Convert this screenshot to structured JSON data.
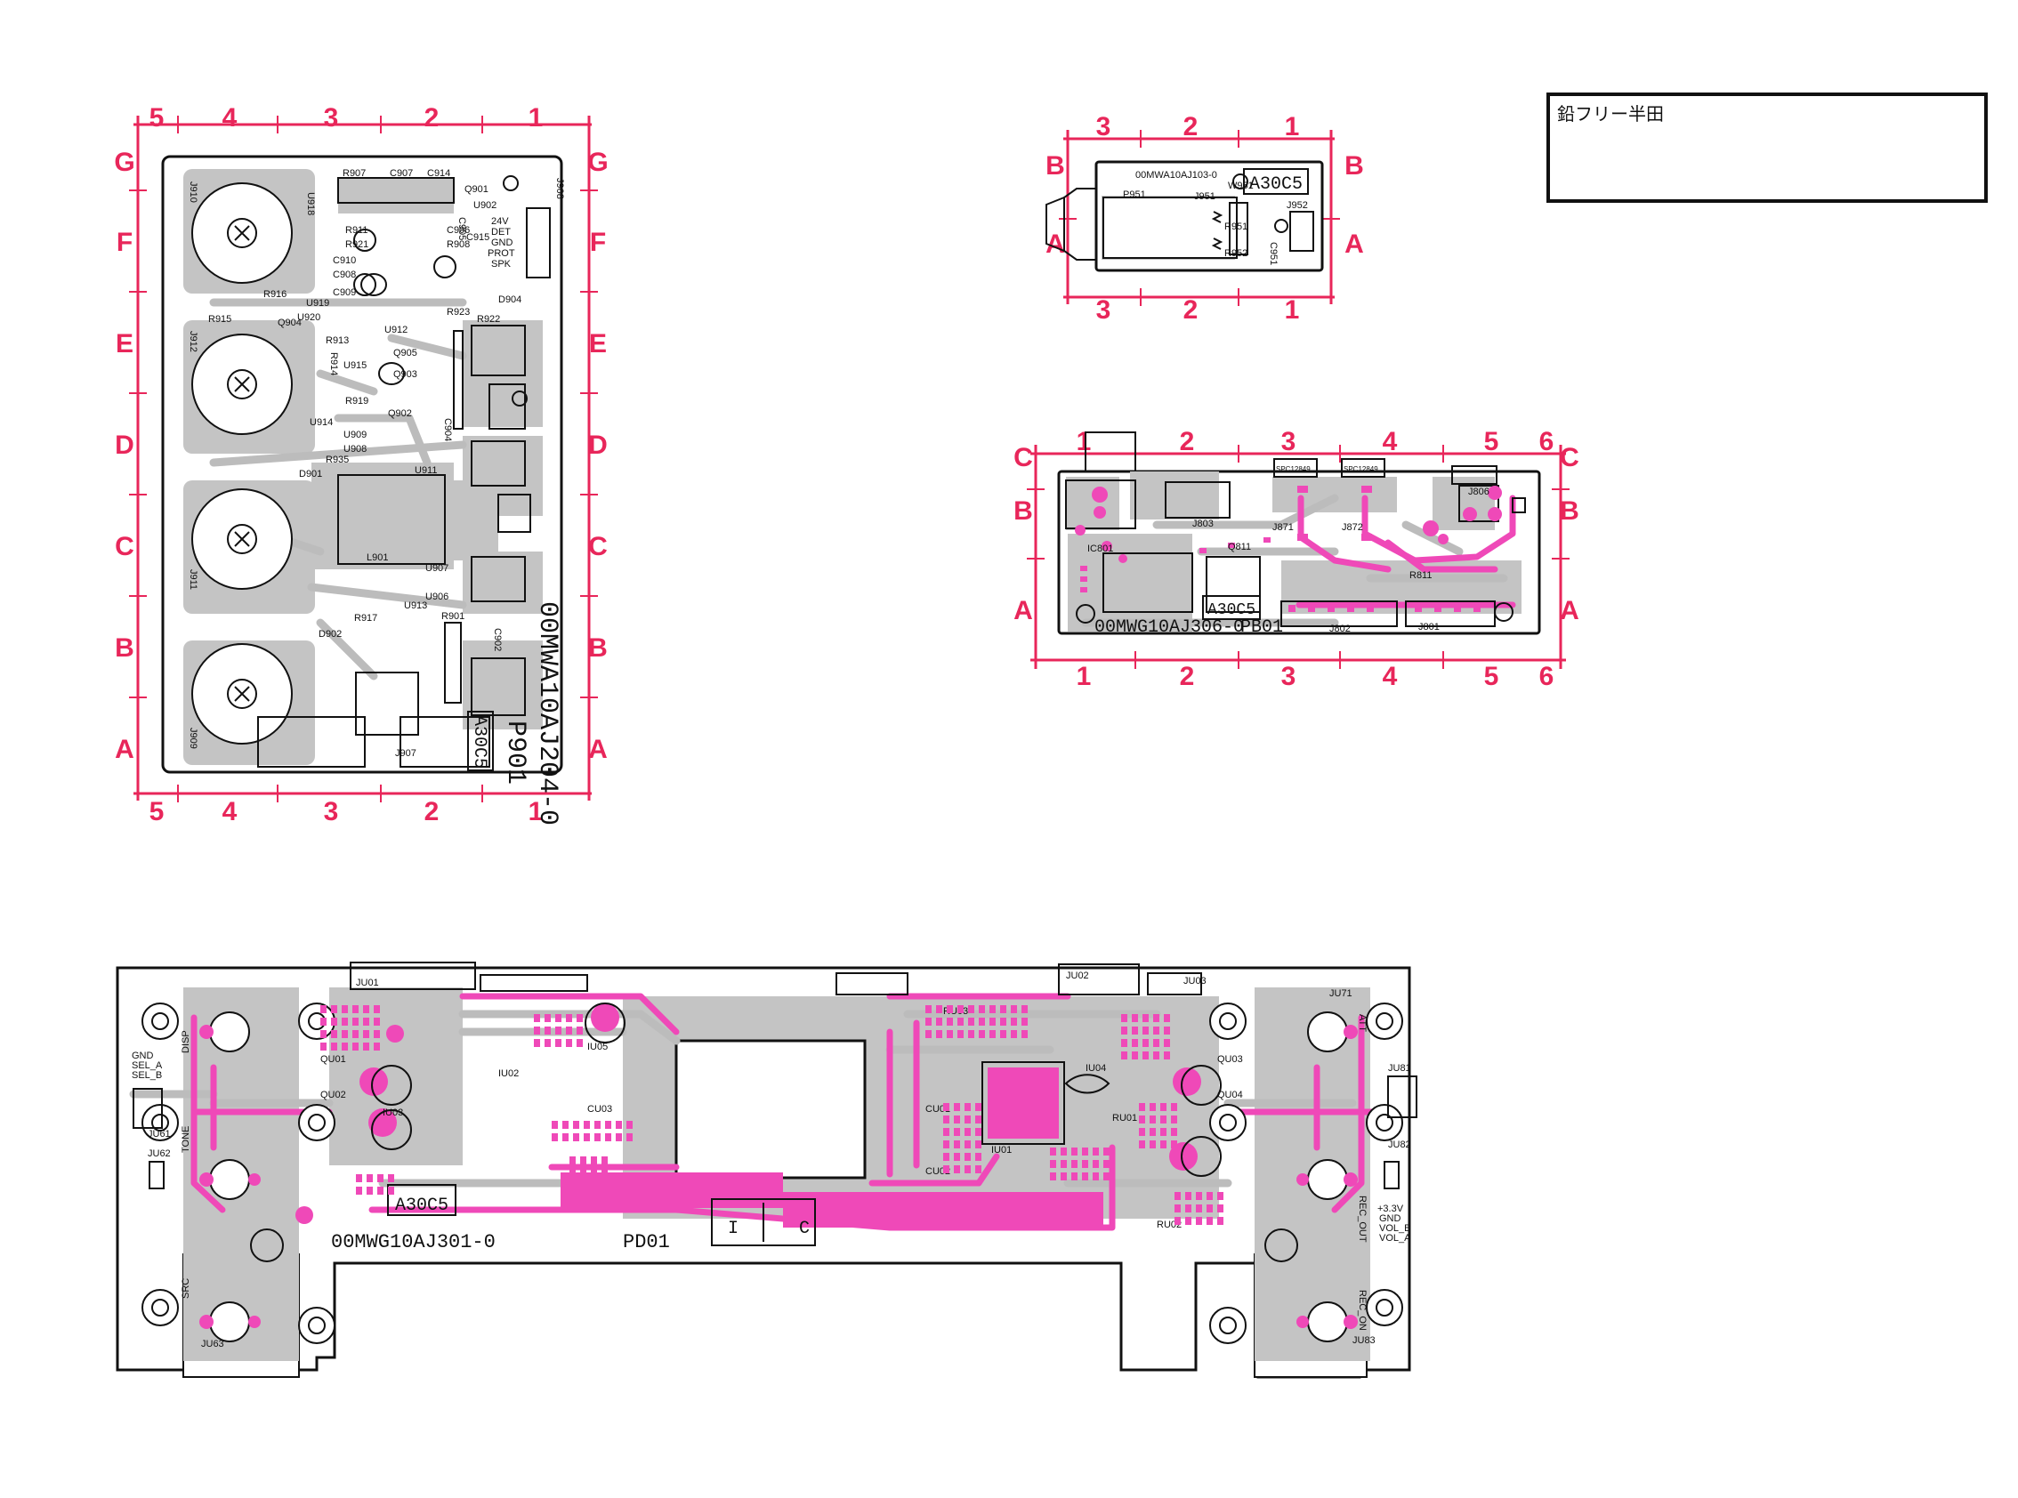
{
  "note_box": {
    "text": "鉛フリー半田"
  },
  "board_p901": {
    "part_number": "00MWA10AJ204-0",
    "board_name": "P901",
    "code": "A30C5",
    "cols": [
      "5",
      "4",
      "3",
      "2",
      "1"
    ],
    "rows": [
      "G",
      "F",
      "E",
      "D",
      "C",
      "B",
      "A"
    ],
    "refs": [
      "J910",
      "J912",
      "J911",
      "J909",
      "R907",
      "C907",
      "C914",
      "Q901",
      "U902",
      "J908",
      "R911",
      "R908",
      "R921",
      "C906",
      "C915",
      "C905",
      "U918",
      "C910",
      "C908",
      "C909",
      "R915",
      "R916",
      "U919",
      "U920",
      "Q904",
      "R923",
      "D904",
      "R922",
      "R913",
      "U915",
      "U912",
      "Q905",
      "Q903",
      "R914",
      "R919",
      "Q902",
      "U914",
      "U909",
      "U908",
      "R935",
      "U911",
      "D901",
      "L901",
      "U907",
      "U906",
      "U913",
      "R917",
      "D902",
      "R901",
      "J907",
      "C902",
      "C904"
    ],
    "texts": [
      "24V",
      "DET",
      "GND",
      "PROT",
      "SPK"
    ]
  },
  "board_p951": {
    "part_number": "00MWA10AJ103-0",
    "board_name": "P951",
    "code": "A30C5",
    "cols": [
      "3",
      "2",
      "1"
    ],
    "rows": [
      "B",
      "A"
    ],
    "refs": [
      "J951",
      "W951",
      "J952",
      "R951",
      "R952",
      "C951"
    ]
  },
  "board_pb01": {
    "part_number": "00MWG10AJ306-0",
    "board_name": "PB01",
    "code": "A30C5",
    "cols": [
      "1",
      "2",
      "3",
      "4",
      "5",
      "6"
    ],
    "rows": [
      "C",
      "B",
      "A"
    ],
    "refs": [
      "J801",
      "J802",
      "J806",
      "J871",
      "J872",
      "SPC12849",
      "SPC12849",
      "Q811",
      "R811",
      "IC801",
      "J803"
    ]
  },
  "board_pd01": {
    "part_number": "00MWG10AJ301-0",
    "board_name": "PD01",
    "code": "A30C5",
    "markers": [
      "I",
      "C"
    ],
    "left_labels": [
      "GND",
      "SEL_A",
      "SEL_B"
    ],
    "right_labels": [
      "+3.3V",
      "GND",
      "VOL_B",
      "VOL_A"
    ],
    "knob_labels": [
      "DISP",
      "TONE",
      "SRC",
      "ATT",
      "REC_OUT",
      "REC_ON"
    ],
    "refs": [
      "JU61",
      "JU62",
      "JU81",
      "JU82",
      "JU71",
      "JU63",
      "JU83",
      "QU01",
      "QU02",
      "QU03",
      "QU04",
      "JU01",
      "JU02",
      "JU03",
      "IU01",
      "IU02",
      "IU03",
      "IU04",
      "IU05",
      "CU01",
      "CU02",
      "CU03",
      "RU01",
      "RU02",
      "RU03"
    ]
  },
  "colors": {
    "grid_red": "#e8265a",
    "solder_pink": "#ef49b8",
    "copper_gray": "#c4c4c4"
  }
}
